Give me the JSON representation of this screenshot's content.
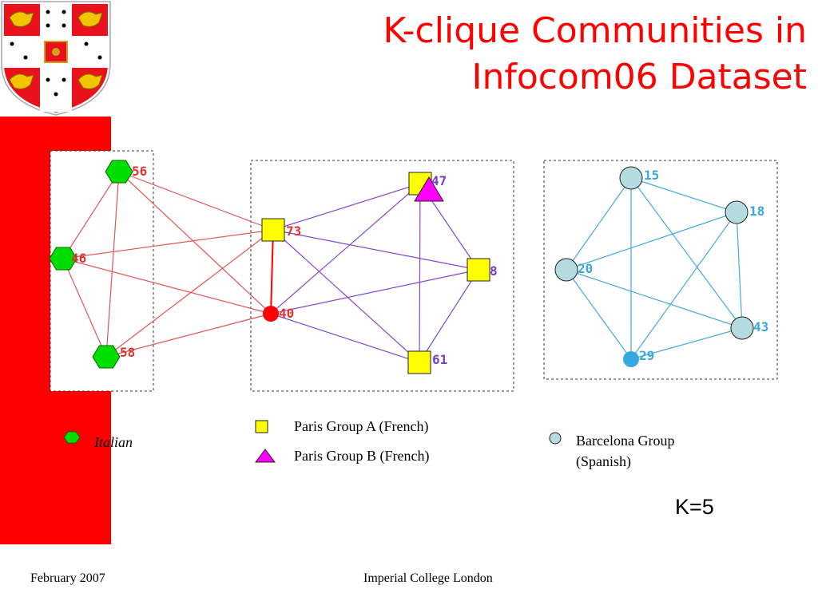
{
  "slide": {
    "title_line1": "K-clique Communities in",
    "title_line2": "Infocom06 Dataset",
    "k_value": "K=5",
    "footer_date": "February 2007",
    "footer_org": "Imperial College London"
  },
  "colors": {
    "accent_red": "#ff0000",
    "italian_green": "#00dd00",
    "paris_yellow": "#ffff00",
    "paris_b_magenta": "#ff00ff",
    "barcelona_blue": "#b4dbe0",
    "red_edge": "#e05555",
    "purple_edge": "#8844cc",
    "blue_edge": "#44aadd"
  },
  "legend": {
    "italian": "Italian",
    "paris_a": "Paris Group A (French)",
    "paris_b": "Paris Group B (French)",
    "barcelona_line1": "Barcelona Group",
    "barcelona_line2": "(Spanish)"
  },
  "graph": {
    "groups": [
      "Italian",
      "Paris Group A (French)",
      "Paris Group B (French)",
      "Barcelona Group (Spanish)"
    ],
    "nodes": [
      {
        "id": "56",
        "label": "56",
        "group": "Italian"
      },
      {
        "id": "46",
        "label": "46",
        "group": "Italian"
      },
      {
        "id": "58",
        "label": "58",
        "group": "Italian"
      },
      {
        "id": "73",
        "label": "73",
        "group": "Paris Group A (French)"
      },
      {
        "id": "40",
        "label": "40",
        "group": "Paris Group A (French)"
      },
      {
        "id": "47",
        "label": "47",
        "group": "Paris Group B (French)"
      },
      {
        "id": "8",
        "label": "8",
        "group": "Paris Group A (French)"
      },
      {
        "id": "61",
        "label": "61",
        "group": "Paris Group A (French)"
      },
      {
        "id": "15",
        "label": "15",
        "group": "Barcelona Group (Spanish)"
      },
      {
        "id": "18",
        "label": "18",
        "group": "Barcelona Group (Spanish)"
      },
      {
        "id": "20",
        "label": "20",
        "group": "Barcelona Group (Spanish)"
      },
      {
        "id": "43",
        "label": "43",
        "group": "Barcelona Group (Spanish)"
      },
      {
        "id": "29",
        "label": "29",
        "group": "Barcelona Group (Spanish)"
      }
    ],
    "edges": [
      [
        "56",
        "46"
      ],
      [
        "56",
        "58"
      ],
      [
        "56",
        "73"
      ],
      [
        "56",
        "40"
      ],
      [
        "46",
        "58"
      ],
      [
        "46",
        "73"
      ],
      [
        "46",
        "40"
      ],
      [
        "58",
        "73"
      ],
      [
        "58",
        "40"
      ],
      [
        "73",
        "40"
      ],
      [
        "73",
        "47"
      ],
      [
        "73",
        "8"
      ],
      [
        "73",
        "61"
      ],
      [
        "40",
        "47"
      ],
      [
        "40",
        "8"
      ],
      [
        "40",
        "61"
      ],
      [
        "47",
        "8"
      ],
      [
        "47",
        "61"
      ],
      [
        "8",
        "61"
      ],
      [
        "15",
        "18"
      ],
      [
        "15",
        "20"
      ],
      [
        "15",
        "43"
      ],
      [
        "15",
        "29"
      ],
      [
        "18",
        "20"
      ],
      [
        "18",
        "43"
      ],
      [
        "18",
        "29"
      ],
      [
        "20",
        "43"
      ],
      [
        "20",
        "29"
      ],
      [
        "43",
        "29"
      ]
    ]
  }
}
